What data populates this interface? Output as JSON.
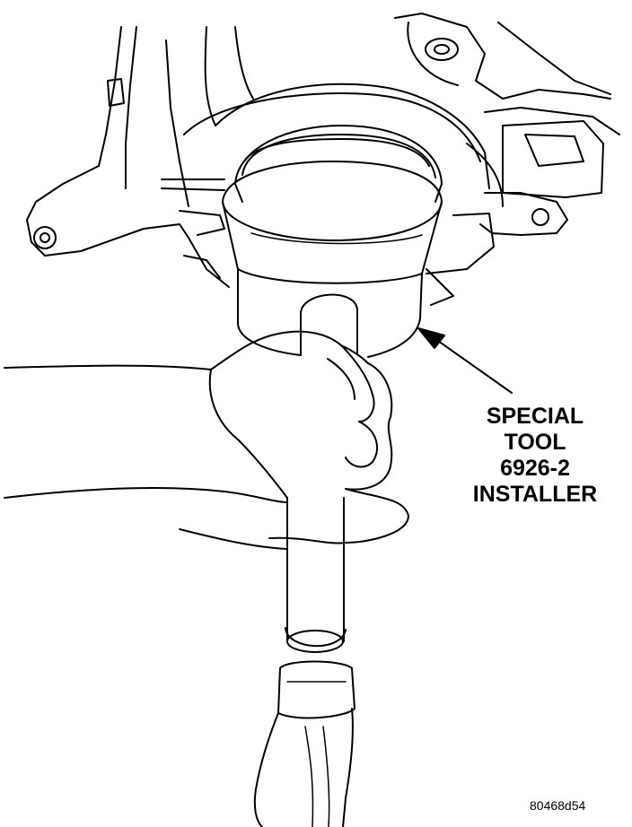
{
  "callout": {
    "line1": "SPECIAL",
    "line2": "TOOL",
    "line3": "6926-2",
    "line4": "INSTALLER"
  },
  "figure_id": "80468d54",
  "colors": {
    "ink": "#000000",
    "paper": "#ffffff"
  },
  "icons": [
    "pointer-arrow"
  ]
}
